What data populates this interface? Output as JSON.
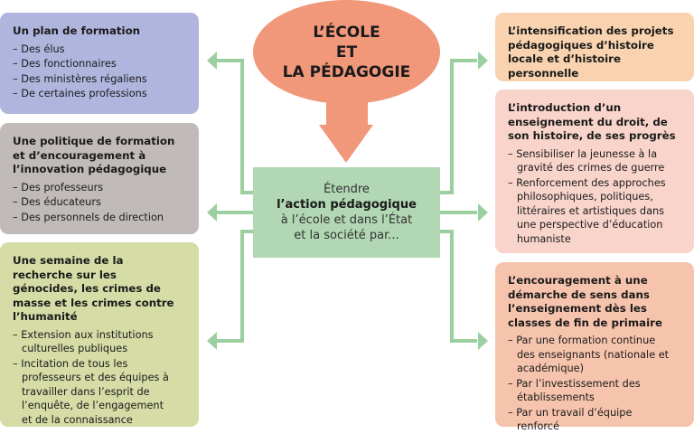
{
  "title": {
    "lines": [
      "L’ÉCOLE",
      "ET",
      "LA PÉDAGOGIE"
    ]
  },
  "center": {
    "line1": "Étendre",
    "bold": "l’action pédagogique",
    "line3": "à l’école et dans l’État",
    "line4": "et la société par..."
  },
  "left": [
    {
      "title": "Un plan de formation",
      "items": [
        "Des élus",
        "Des fonctionnaires",
        "Des ministères régaliens",
        "De certaines professions"
      ]
    },
    {
      "title": "Une politique de formation et d’encouragement à l’innovation pédagogique",
      "items": [
        "Des professeurs",
        "Des éducateurs",
        "Des personnels de direction"
      ]
    },
    {
      "title": "Une semaine de la recherche sur les génocides, les crimes de masse et les crimes contre l’humanité",
      "items": [
        "Extension aux institutions culturelles publiques",
        "Incitation de tous les professeurs et des équipes à travailler dans l’esprit de l’enquête, de l’engagement et de la connaissance"
      ]
    }
  ],
  "right": [
    {
      "title": "L’intensification des projets pédagogiques d’histoire locale et d’histoire personnelle",
      "items": []
    },
    {
      "title": "L’introduction d’un enseignement du droit, de son histoire, de ses progrès",
      "items": [
        "Sensibiliser la jeunesse à la gravité des crimes de guerre",
        "Renforcement des approches philosophiques, politiques, littéraires et artistiques dans une perspective d’éducation humaniste"
      ]
    },
    {
      "title": "L’encouragement à une démarche de sens dans l’enseignement dès les classes de fin de primaire",
      "items": [
        "Par une formation continue des enseignants (nationale et académique)",
        "Par l’investissement des établissements",
        "Par un travail d’équipe renforcé"
      ]
    }
  ],
  "colors": {
    "arrow": "#9ccf9f",
    "ellipse": "#f1977a",
    "center": "#b1d7b3"
  }
}
